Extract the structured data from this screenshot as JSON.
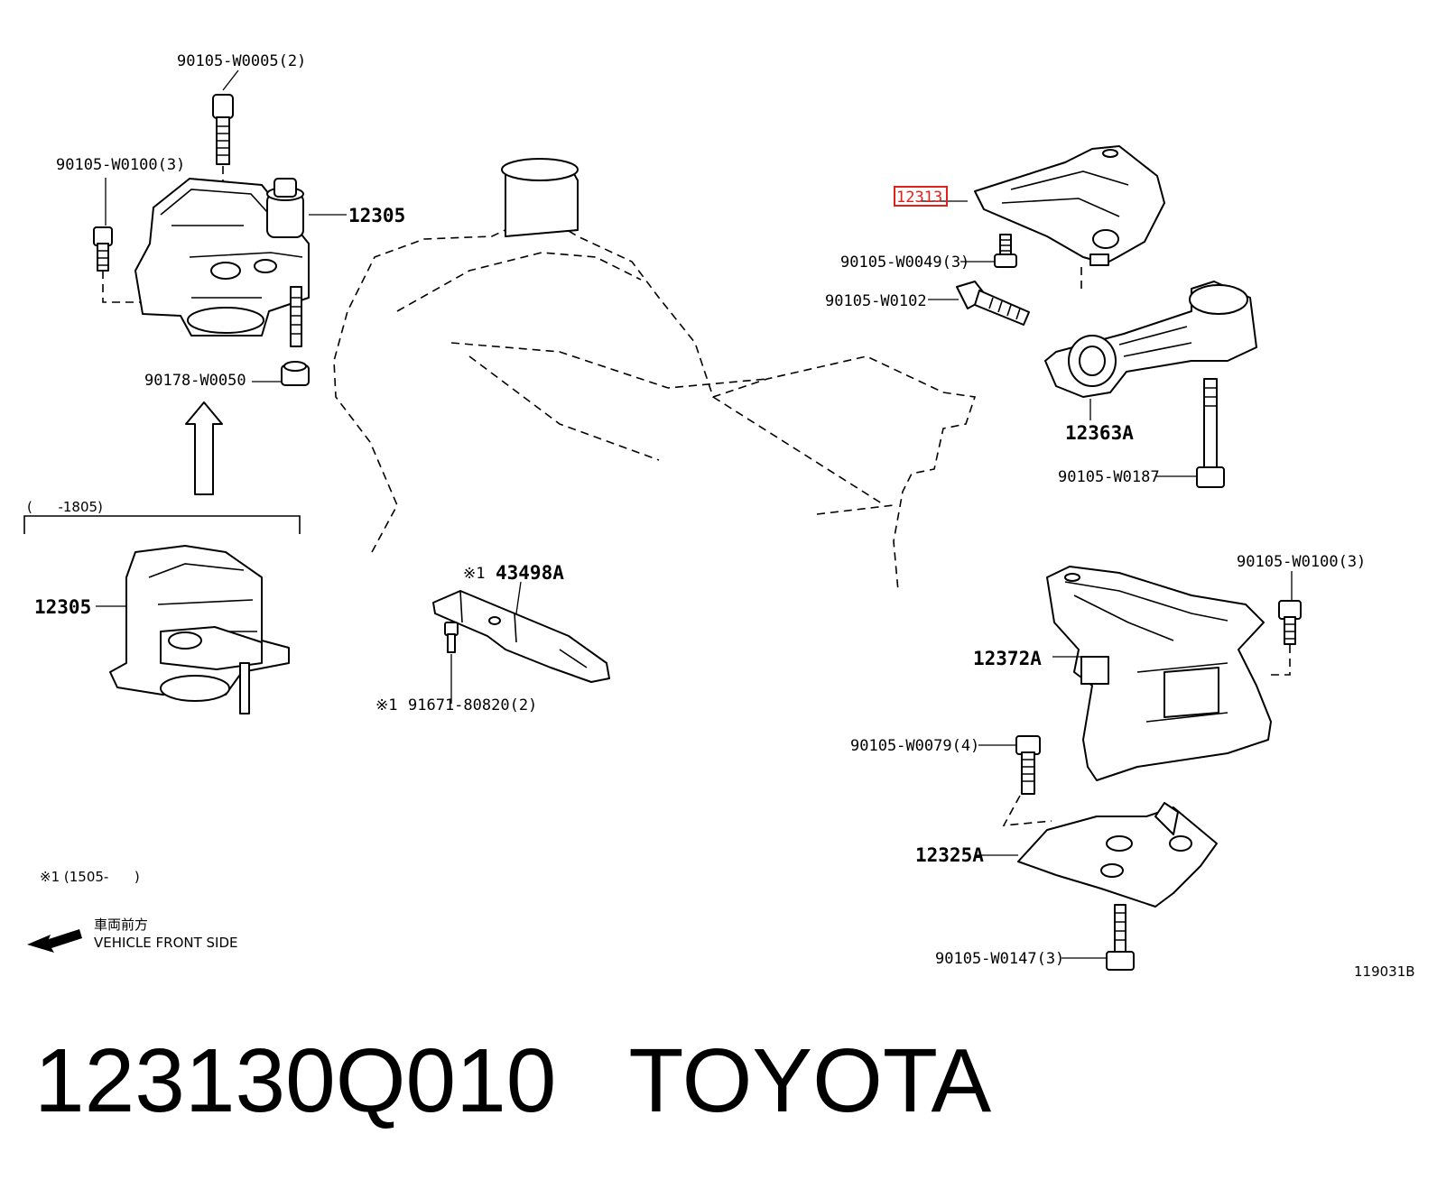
{
  "diagram": {
    "labels": {
      "bolt_top": "90105-W0005(2)",
      "bolt_left": "90105-W0100(3)",
      "mount_top_left": "12305",
      "nut_left": "90178-W0050",
      "range_bracket": "(      -1805)",
      "mount_lower_left": "12305",
      "bracket_center": "43498A",
      "bracket_center_mark": "※1",
      "bolt_center": "91671-80820(2)",
      "bolt_center_mark": "※1",
      "footnote": "※1 (1505-      )",
      "direction_jp": "車両前方",
      "direction_en": "VEHICLE FRONT SIDE",
      "part_highlighted": "12313",
      "bolt_w0049": "90105-W0049(3)",
      "bolt_w0102": "90105-W0102",
      "rod": "12363A",
      "bolt_w0187": "90105-W0187",
      "bolt_right_upper": "90105-W0100(3)",
      "mount_right": "12372A",
      "bolt_w0079": "90105-W0079(4)",
      "bracket_right_lower": "12325A",
      "bolt_w0147": "90105-W0147(3)",
      "diagram_code": "119031B"
    },
    "highlight_color": "#e0201b"
  },
  "footer": {
    "part_number": "123130Q010",
    "brand": "TOYOTA"
  }
}
